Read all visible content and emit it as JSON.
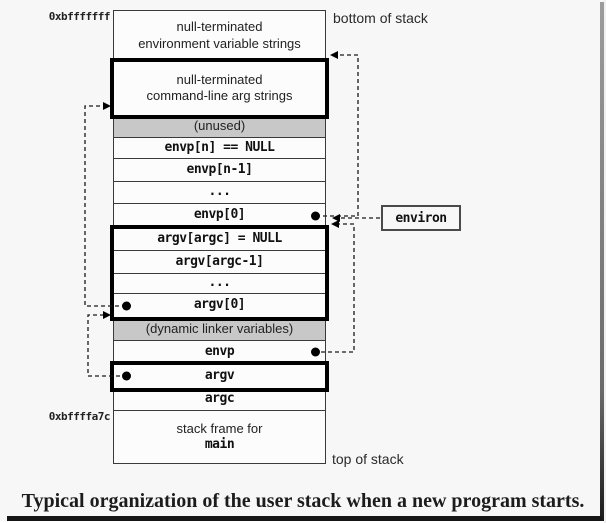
{
  "diagram": {
    "address_top": "0xbfffffff",
    "address_bottom": "0xbffffa7c",
    "labels": {
      "bottom_of_stack": "bottom of stack",
      "top_of_stack": "top of stack"
    },
    "environ_label": "environ",
    "rows": [
      {
        "id": "env-strings",
        "font": "sans",
        "h": 50,
        "lines": [
          "null-terminated",
          "environment variable strings"
        ]
      },
      {
        "id": "cmd-args",
        "font": "sans",
        "h": 55,
        "lines": [
          "null-terminated",
          "command-line arg strings"
        ],
        "emphasis": "bold-box"
      },
      {
        "id": "unused",
        "font": "sans",
        "h": 22,
        "bg": "gray",
        "lines": [
          "(unused)"
        ]
      },
      {
        "id": "envp-n",
        "font": "mono",
        "h": 21,
        "lines": [
          "envp[n] == NULL"
        ]
      },
      {
        "id": "envp-n-1",
        "font": "mono",
        "h": 23,
        "lines": [
          "envp[n-1]"
        ]
      },
      {
        "id": "ellipsis-envp",
        "font": "mono",
        "h": 22,
        "lines": [
          "..."
        ]
      },
      {
        "id": "envp-0",
        "font": "mono",
        "h": 24,
        "dot": "right",
        "lines": [
          "envp[0]"
        ]
      },
      {
        "id": "argv-argc",
        "font": "mono",
        "h": 23,
        "emphasis": "bold-box-group",
        "lines": [
          "argv[argc] = NULL"
        ]
      },
      {
        "id": "argv-argc-1",
        "font": "mono",
        "h": 23,
        "lines": [
          "argv[argc-1]"
        ]
      },
      {
        "id": "ellipsis-argv",
        "font": "mono",
        "h": 20,
        "lines": [
          "..."
        ]
      },
      {
        "id": "argv-0",
        "font": "mono",
        "h": 24,
        "dot": "left",
        "lines": [
          "argv[0]"
        ]
      },
      {
        "id": "dynamic-linker",
        "font": "sans",
        "h": 23,
        "bg": "gray",
        "lines": [
          "(dynamic linker variables)"
        ]
      },
      {
        "id": "envp",
        "font": "mono",
        "h": 23,
        "dot": "right",
        "lines": [
          "envp"
        ]
      },
      {
        "id": "argv",
        "font": "mono",
        "h": 25,
        "dot": "left",
        "emphasis": "bold-box",
        "lines": [
          "argv"
        ]
      },
      {
        "id": "argc",
        "font": "mono",
        "h": 22,
        "lines": [
          "argc"
        ]
      },
      {
        "id": "stack-frame-main",
        "font": "sans",
        "h": 52,
        "line_fonts": [
          "sans",
          "mono"
        ],
        "lines": [
          "stack frame for",
          "main"
        ]
      }
    ],
    "caption": "Typical organization of the user stack when a new program starts.",
    "colors": {
      "gray_fill": "#c8c8c8",
      "line": "#3a3a3a",
      "bold_line": "#000000",
      "background": "#f7f7f7"
    }
  }
}
